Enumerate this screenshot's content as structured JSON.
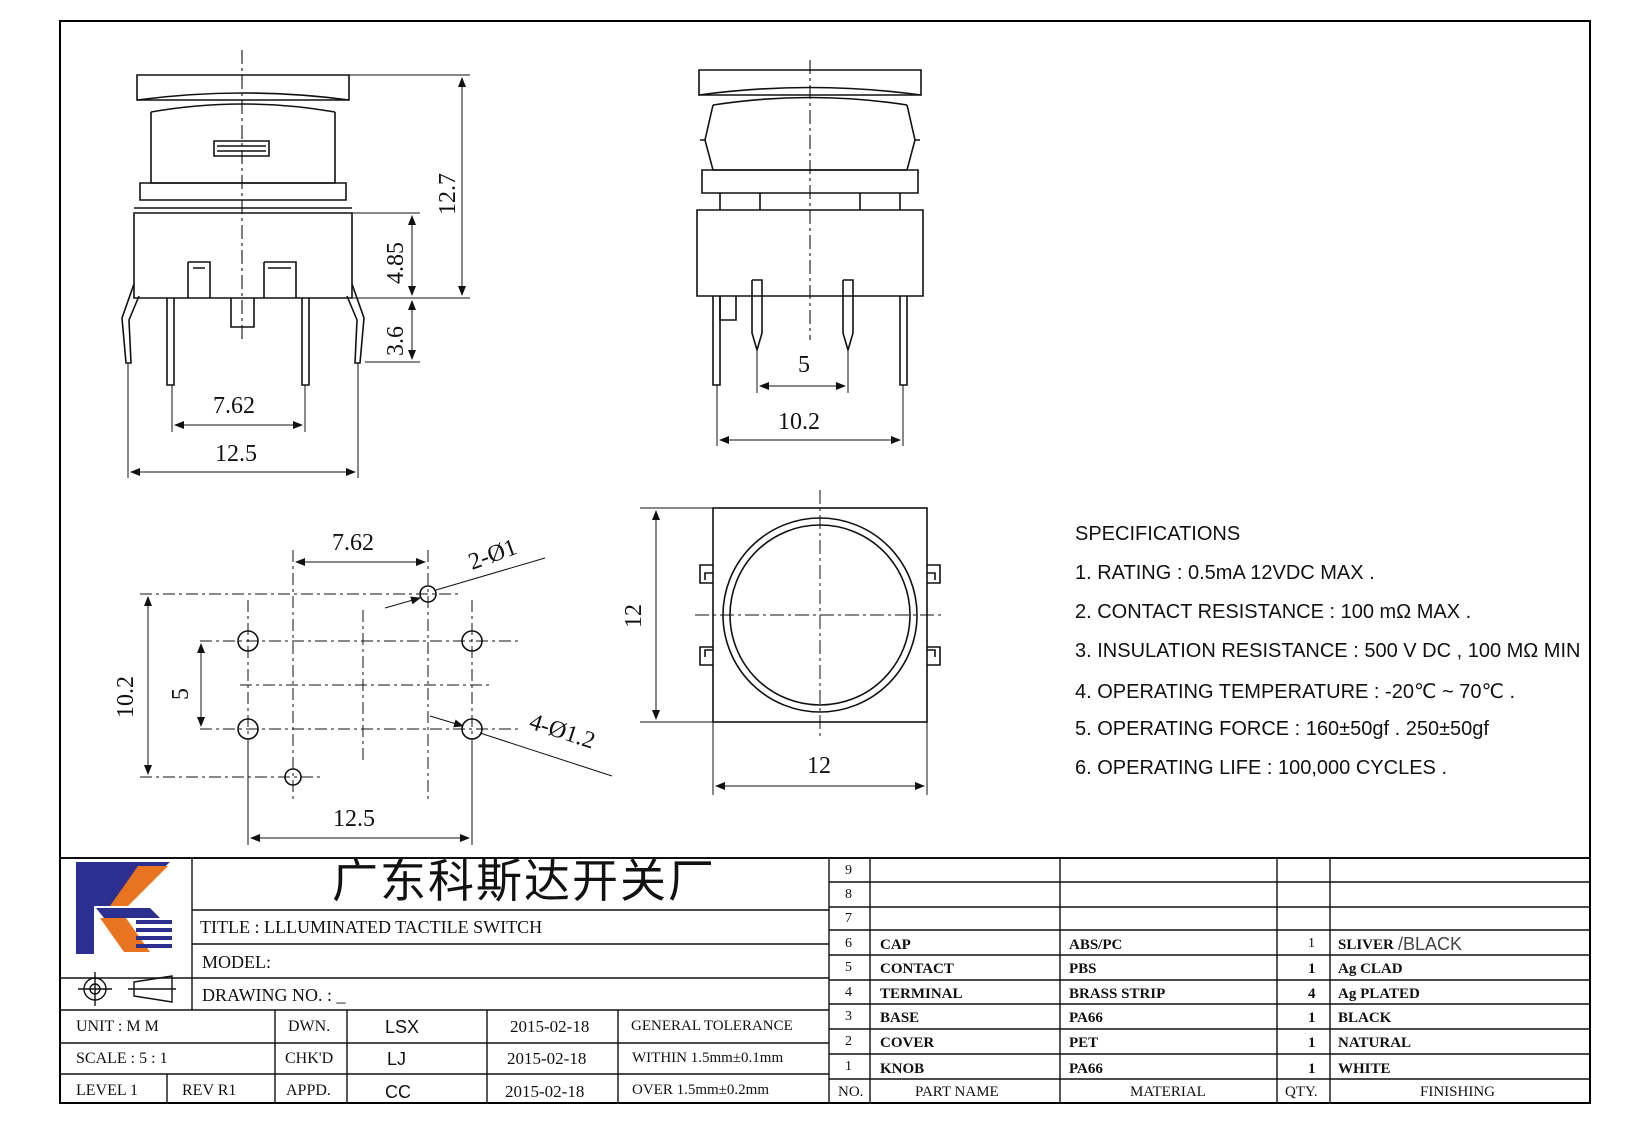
{
  "drawing": {
    "dims_side": [
      "12.7",
      "4.85",
      "3.6",
      "7.62",
      "12.5"
    ],
    "dims_front": [
      "5",
      "10.2"
    ],
    "dims_footprint": [
      "7.62",
      "2-Ø1",
      "10.2",
      "5",
      "4-Ø1.2",
      "12.5"
    ],
    "dims_top": [
      "12",
      "12"
    ]
  },
  "specifications": {
    "heading": "SPECIFICATIONS",
    "items": [
      "1. RATING : 0.5mA 12VDC MAX .",
      "2. CONTACT RESISTANCE : 100 mΩ MAX .",
      "3. INSULATION RESISTANCE : 500 V DC , 100 MΩ MIN",
      "4. OPERATING TEMPERATURE : -20℃ ~ 70℃ .",
      "5. OPERATING FORCE : 160±50gf . 250±50gf",
      "6. OPERATING LIFE : 100,000 CYCLES ."
    ]
  },
  "title_block": {
    "company": "广东科斯达开关厂",
    "title": "TITLE :   LLLUMINATED TACTILE SWITCH",
    "model": "MODEL:",
    "drawing_no": "DRAWING NO.  : _",
    "unit": "UNIT    :    M M",
    "scale": "SCALE   :   5 : 1",
    "level": "LEVEL 1",
    "rev": "REV   R1",
    "dwn_label": "DWN.",
    "chk_label": "CHK'D",
    "appd_label": "APPD.",
    "dwn": "LSX",
    "chk": "LJ",
    "appd": "CC",
    "date1": "2015-02-18",
    "date2": "2015-02-18",
    "date3": "2015-02-18",
    "tol_head": "GENERAL  TOLERANCE",
    "tol1": "WITHIN  1.5mm±0.1mm",
    "tol2": "OVER    1.5mm±0.2mm"
  },
  "bom": {
    "headers": [
      "NO.",
      "PART   NAME",
      "MATERIAL",
      "QTY.",
      "FINISHING"
    ],
    "empty_rows": [
      "9",
      "8",
      "7"
    ],
    "rows": [
      {
        "no": "6",
        "part": "CAP",
        "material": "ABS/PC",
        "qty": "1",
        "finish": "SLIVER",
        "finish2": "/BLACK"
      },
      {
        "no": "5",
        "part": "CONTACT",
        "material": "PBS",
        "qty": "1",
        "finish": "Ag CLAD",
        "finish2": ""
      },
      {
        "no": "4",
        "part": "TERMINAL",
        "material": "BRASS STRIP",
        "qty": "4",
        "finish": "Ag PLATED",
        "finish2": ""
      },
      {
        "no": "3",
        "part": "BASE",
        "material": "PA66",
        "qty": "1",
        "finish": "BLACK",
        "finish2": ""
      },
      {
        "no": "2",
        "part": "COVER",
        "material": "PET",
        "qty": "1",
        "finish": "NATURAL",
        "finish2": ""
      },
      {
        "no": "1",
        "part": "KNOB",
        "material": "PA66",
        "qty": "1",
        "finish": "WHITE",
        "finish2": ""
      }
    ]
  }
}
